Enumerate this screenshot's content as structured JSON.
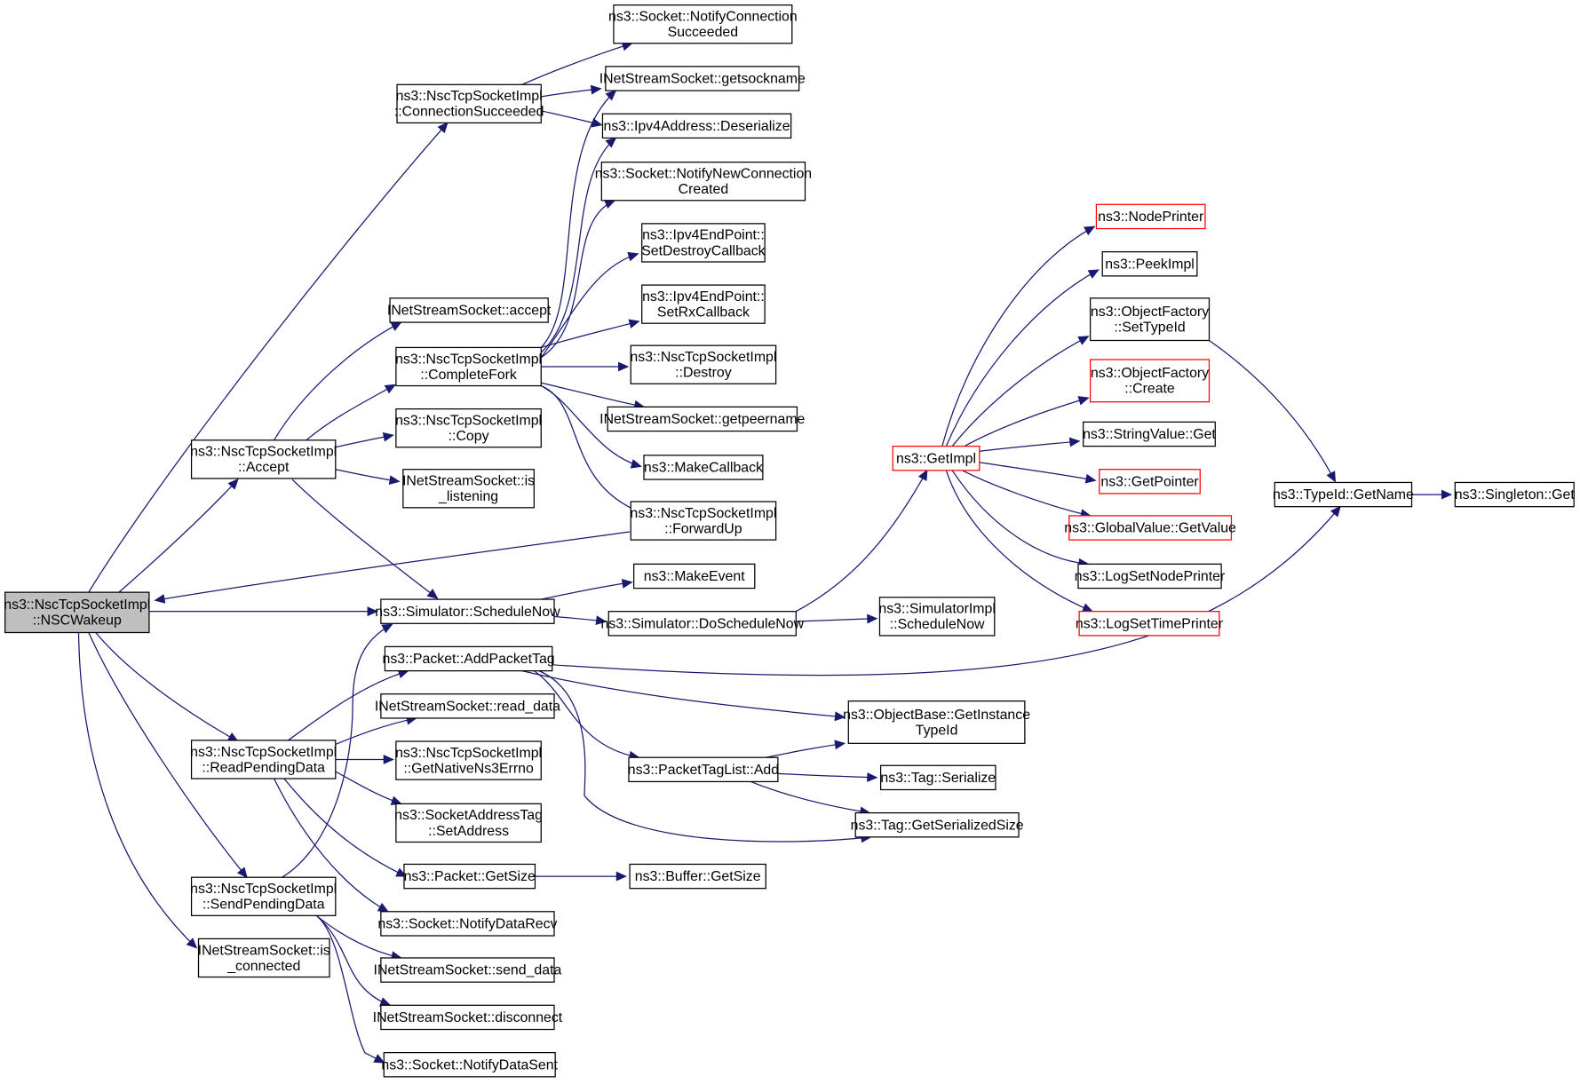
{
  "colors": {
    "edge": "#191970",
    "root_fill": "#bfbfbf",
    "truncated_border": "#ff0000",
    "node_border": "#000000"
  },
  "nodes": {
    "nscwakeup": [
      "ns3::NscTcpSocketImpl",
      "::NSCWakeup"
    ],
    "connsucc": [
      "ns3::NscTcpSocketImpl",
      "::ConnectionSucceeded"
    ],
    "notifyconnsucc": [
      "ns3::Socket::NotifyConnection",
      "Succeeded"
    ],
    "getsockname": [
      "INetStreamSocket::getsockname"
    ],
    "ipv4deser": [
      "ns3::Ipv4Address::Deserialize"
    ],
    "notifynewconn": [
      "ns3::Socket::NotifyNewConnection",
      "Created"
    ],
    "setdestroycb": [
      "ns3::Ipv4EndPoint::",
      "SetDestroyCallback"
    ],
    "setrxcb": [
      "ns3::Ipv4EndPoint::",
      "SetRxCallback"
    ],
    "accept_low": [
      "INetStreamSocket::accept"
    ],
    "completefork": [
      "ns3::NscTcpSocketImpl",
      "::CompleteFork"
    ],
    "destroy": [
      "ns3::NscTcpSocketImpl",
      "::Destroy"
    ],
    "getpeername": [
      "INetStreamSocket::getpeername"
    ],
    "copy": [
      "ns3::NscTcpSocketImpl",
      "::Copy"
    ],
    "acceptimpl": [
      "ns3::NscTcpSocketImpl",
      "::Accept"
    ],
    "makecallback": [
      "ns3::MakeCallback"
    ],
    "islistening": [
      "INetStreamSocket::is",
      "_listening"
    ],
    "forwardup": [
      "ns3::NscTcpSocketImpl",
      "::ForwardUp"
    ],
    "makeevent": [
      "ns3::MakeEvent"
    ],
    "schedulenow": [
      "ns3::Simulator::ScheduleNow"
    ],
    "doschedulenow": [
      "ns3::Simulator::DoScheduleNow"
    ],
    "simimplschednow": [
      "ns3::SimulatorImpl",
      "::ScheduleNow"
    ],
    "addpackettag": [
      "ns3::Packet::AddPacketTag"
    ],
    "readdata": [
      "INetStreamSocket::read_data"
    ],
    "readpending": [
      "ns3::NscTcpSocketImpl",
      "::ReadPendingData"
    ],
    "getnativeerrno": [
      "ns3::NscTcpSocketImpl",
      "::GetNativeNs3Errno"
    ],
    "sockaddrtag": [
      "ns3::SocketAddressTag",
      "::SetAddress"
    ],
    "packetgetsize": [
      "ns3::Packet::GetSize"
    ],
    "buffergetsize": [
      "ns3::Buffer::GetSize"
    ],
    "notifydatarecv": [
      "ns3::Socket::NotifyDataRecv"
    ],
    "sendpending": [
      "ns3::NscTcpSocketImpl",
      "::SendPendingData"
    ],
    "senddata": [
      "INetStreamSocket::send_data"
    ],
    "isconnected": [
      "INetStreamSocket::is",
      "_connected"
    ],
    "disconnect": [
      "INetStreamSocket::disconnect"
    ],
    "notifydatasent": [
      "ns3::Socket::NotifyDataSent"
    ],
    "getinstancetypeid": [
      "ns3::ObjectBase::GetInstance",
      "TypeId"
    ],
    "ptlistadd": [
      "ns3::PacketTagList::Add"
    ],
    "tagserialize": [
      "ns3::Tag::Serialize"
    ],
    "taggetsersize": [
      "ns3::Tag::GetSerializedSize"
    ],
    "getimpl": [
      "ns3::GetImpl"
    ],
    "nodeprinter": [
      "ns3::NodePrinter"
    ],
    "peekimpl": [
      "ns3::PeekImpl"
    ],
    "ofsettypeid": [
      "ns3::ObjectFactory",
      "::SetTypeId"
    ],
    "ofcreate": [
      "ns3::ObjectFactory",
      "::Create"
    ],
    "stringvalueget": [
      "ns3::StringValue::Get"
    ],
    "getpointer": [
      "ns3::GetPointer"
    ],
    "globalvaluegetvalue": [
      "ns3::GlobalValue::GetValue"
    ],
    "logsetnodeprinter": [
      "ns3::LogSetNodePrinter"
    ],
    "logsettimeprinter": [
      "ns3::LogSetTimePrinter"
    ],
    "typeidgetname": [
      "ns3::TypeId::GetName"
    ],
    "singletonget": [
      "ns3::Singleton::Get"
    ]
  }
}
